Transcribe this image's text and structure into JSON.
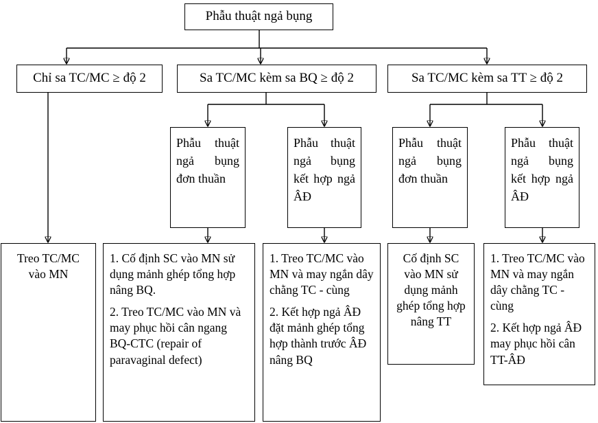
{
  "flowchart": {
    "root": "Phẫu thuật ngả bụng",
    "branches": [
      "Chỉ sa TC/MC ≥ độ 2",
      "Sa TC/MC kèm sa BQ ≥ độ 2",
      "Sa TC/MC kèm sa TT ≥ độ 2"
    ],
    "procedures": [
      "Phẫu thuật ngả bụng đơn thuần",
      "Phẫu thuật ngả bụng kết hợp ngả ÂĐ",
      "Phẫu thuật ngả bụng đơn thuần",
      "Phẫu thuật ngả bụng kết hợp ngả ÂĐ"
    ],
    "outcomes": {
      "uterus_only": "Treo TC/MC vào MN",
      "bq_simple": [
        "1. Cố định SC vào MN sử dụng mảnh ghép tổng hợp nâng BQ.",
        "2. Treo TC/MC vào MN và may phục hồi cân ngang BQ-CTC (repair of paravaginal defect)"
      ],
      "bq_combined": [
        "1. Treo TC/MC vào MN và may ngắn dây chằng TC - cùng",
        "2. Kết hợp ngả ÂĐ đặt mảnh ghép tổng hợp thành trước ÂĐ nâng BQ"
      ],
      "tt_simple": "Cố định SC vào MN sử dụng mảnh ghép tổng hợp nâng TT",
      "tt_combined": [
        "1. Treo TC/MC vào MN và may ngắn dây chằng TC - cùng",
        "2. Kết hợp ngả ÂĐ may phục hồi cân TT-ÂĐ"
      ]
    }
  }
}
